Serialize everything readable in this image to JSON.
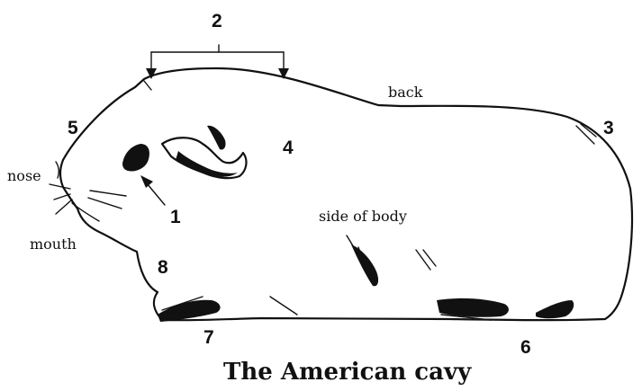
{
  "title": "The American cavy",
  "callouts": {
    "n1": "1",
    "n2": "2",
    "n3": "3",
    "n4": "4",
    "n5": "5",
    "n6": "6",
    "n7": "7",
    "n8": "8"
  },
  "labels": {
    "nose": "nose",
    "mouth": "mouth",
    "back": "back",
    "side": "side of body"
  }
}
